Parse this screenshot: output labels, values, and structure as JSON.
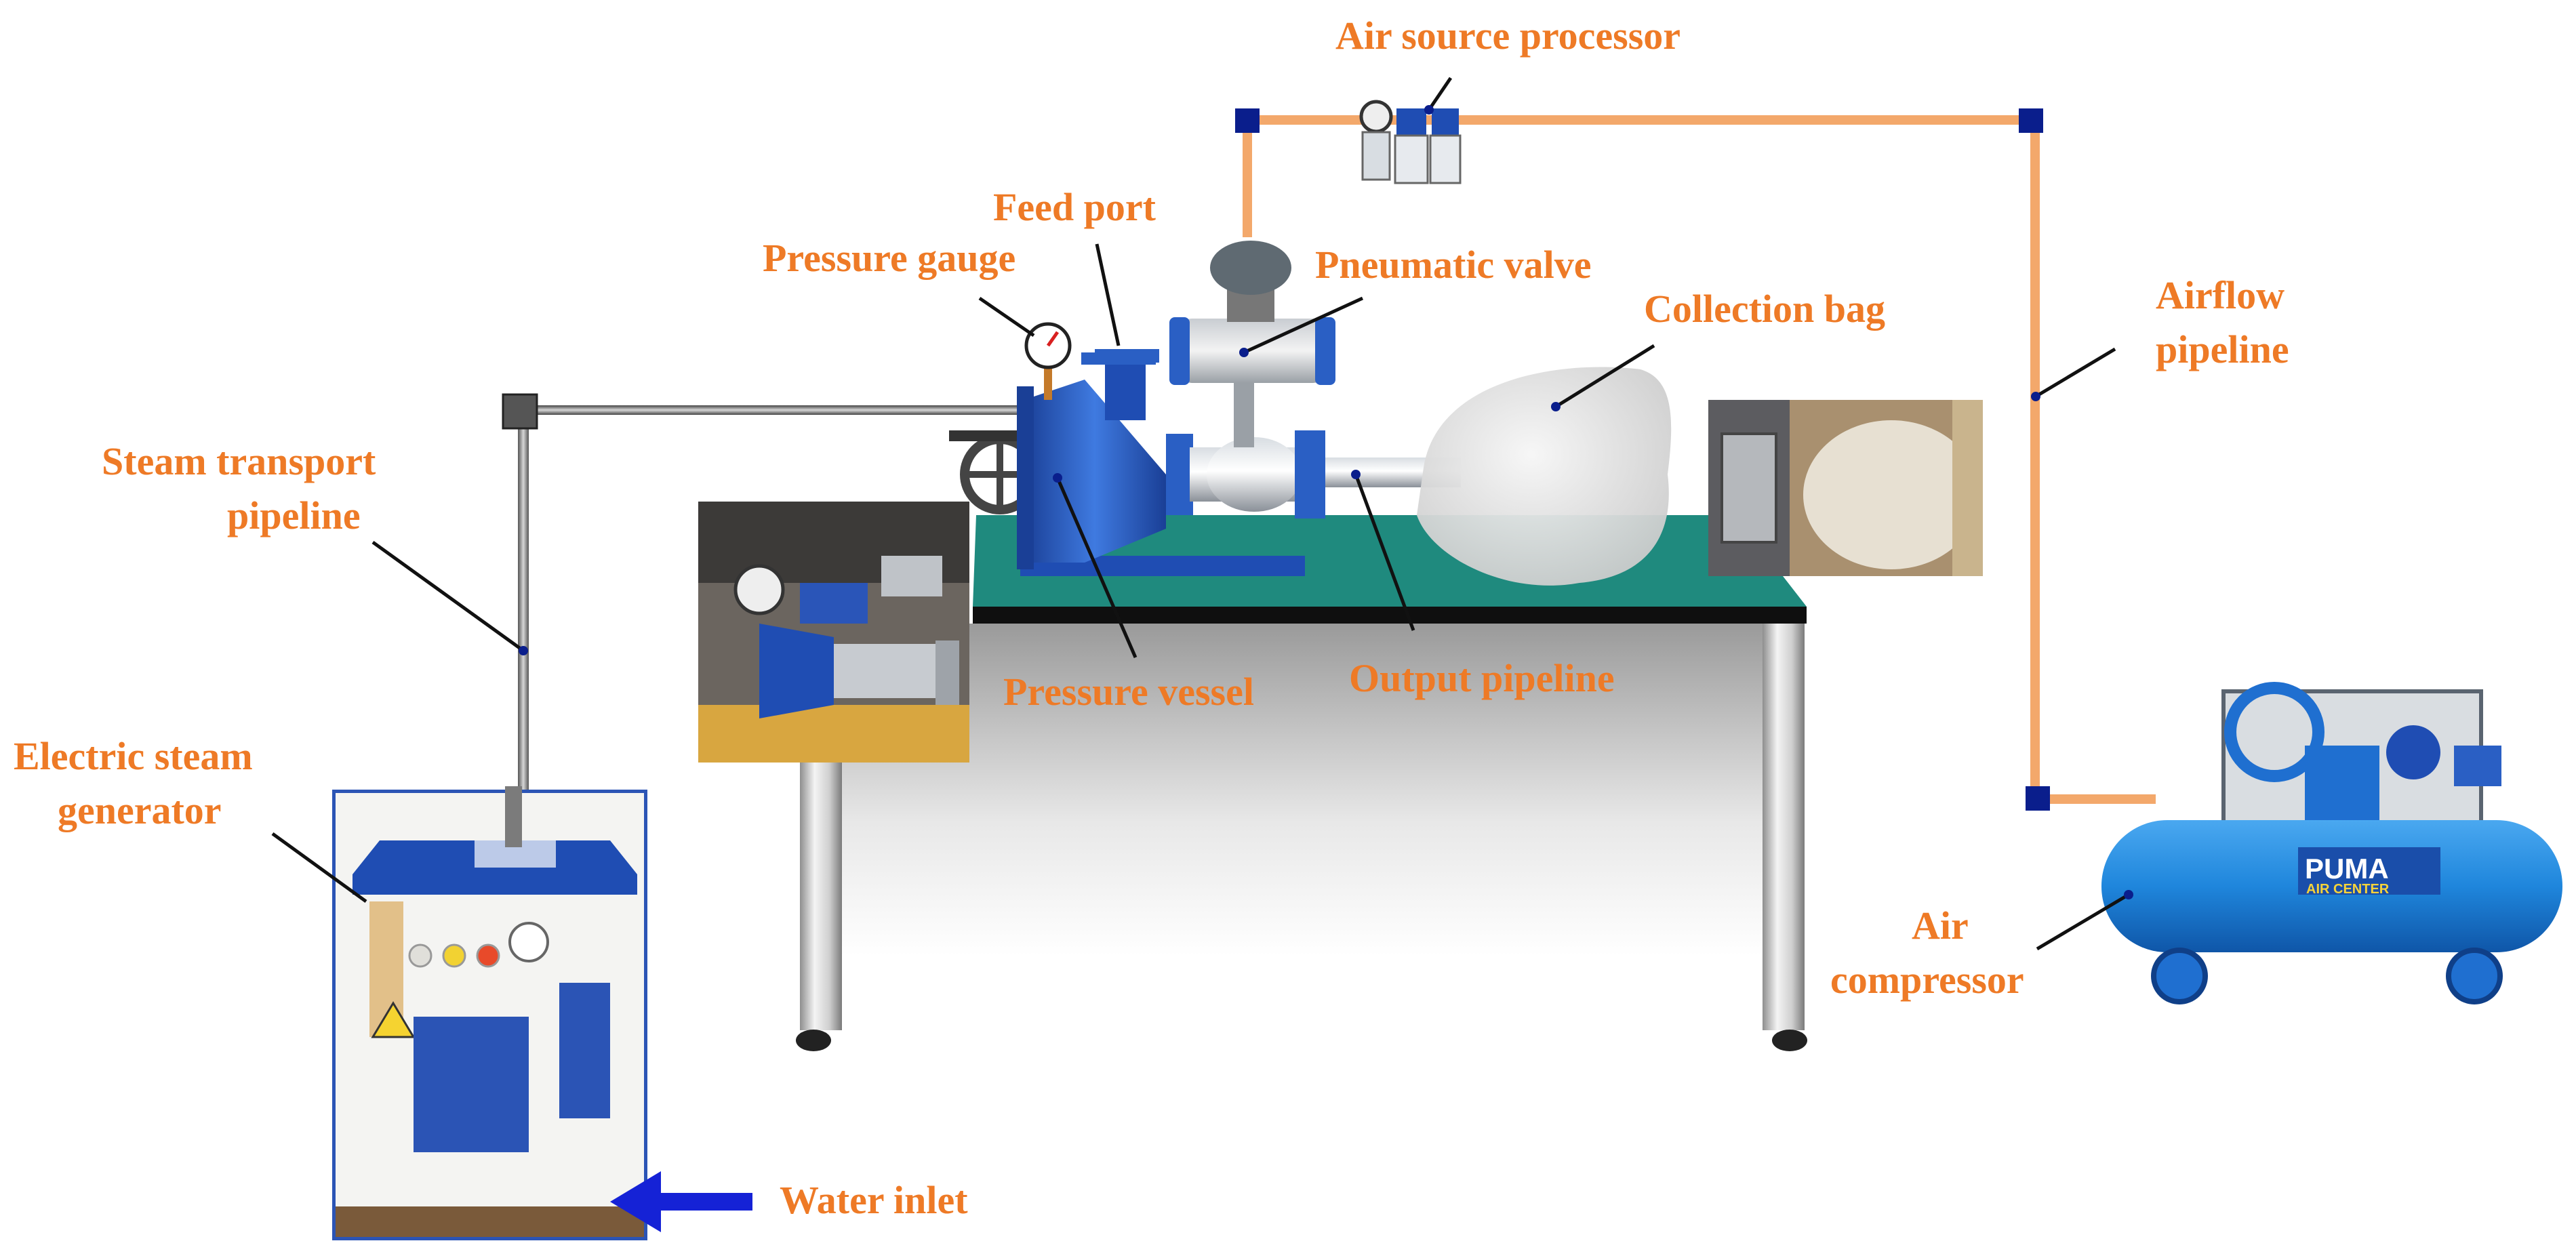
{
  "colors": {
    "label": "#ee7a26",
    "steam_pipe": "#8a8a8a",
    "air_pipe": "#f3a86b",
    "pipe_joint": "#0a1e8c",
    "vessel_blue": "#2a5fc4",
    "table_top": "#1f8a7e",
    "compressor_blue": "#1f86dc",
    "water_arrow": "#1522d6"
  },
  "labels": {
    "air_source_processor": "Air source processor",
    "feed_port": "Feed port",
    "pressure_gauge": "Pressure gauge",
    "pneumatic_valve": "Pneumatic valve",
    "collection_bag": "Collection bag",
    "airflow_pipeline_1": "Airflow",
    "airflow_pipeline_2": "pipeline",
    "steam_transport_pipeline_1": "Steam transport",
    "steam_transport_pipeline_2": "pipeline",
    "electric_steam_generator_1": "Electric steam",
    "electric_steam_generator_2": "generator",
    "pressure_vessel": "Pressure vessel",
    "output_pipeline": "Output pipeline",
    "air_compressor_1": "Air",
    "air_compressor_2": "compressor",
    "water_inlet": "Water inlet"
  },
  "compressor_brand": {
    "name": "PUMA",
    "tagline": "AIR CENTER"
  }
}
